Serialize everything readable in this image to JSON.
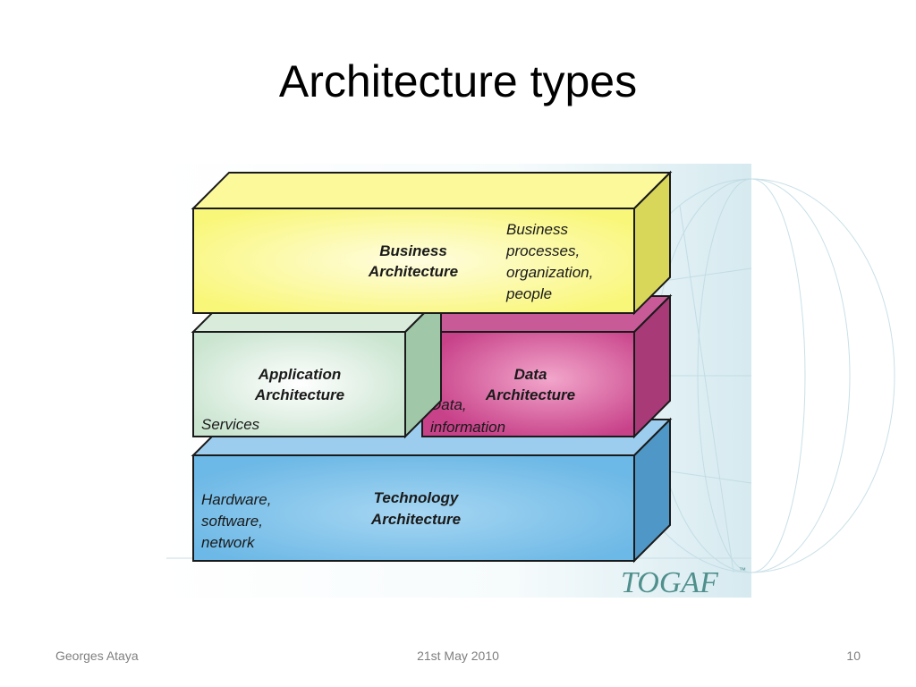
{
  "slide": {
    "title": "Architecture types"
  },
  "diagram": {
    "business": {
      "label_line1": "Business",
      "label_line2": "Architecture",
      "note": [
        "Business",
        "processes,",
        "organization,",
        "people"
      ]
    },
    "application": {
      "label_line1": "Application",
      "label_line2": "Architecture",
      "note": [
        "Services"
      ]
    },
    "data": {
      "label_line1": "Data",
      "label_line2": "Architecture",
      "note": [
        "Data,",
        "information"
      ]
    },
    "technology": {
      "label_line1": "Technology",
      "label_line2": "Architecture",
      "note": [
        "Hardware,",
        "software,",
        "network"
      ]
    },
    "logo": {
      "text": "TOGAF",
      "trademark": "™"
    },
    "colors": {
      "business": "#f9f77a",
      "application": "#c9e4cf",
      "data": "#d04c92",
      "technology": "#75bde9"
    }
  },
  "footer": {
    "author": "Georges Ataya",
    "date": "21st May 2010",
    "page_number": "10"
  }
}
